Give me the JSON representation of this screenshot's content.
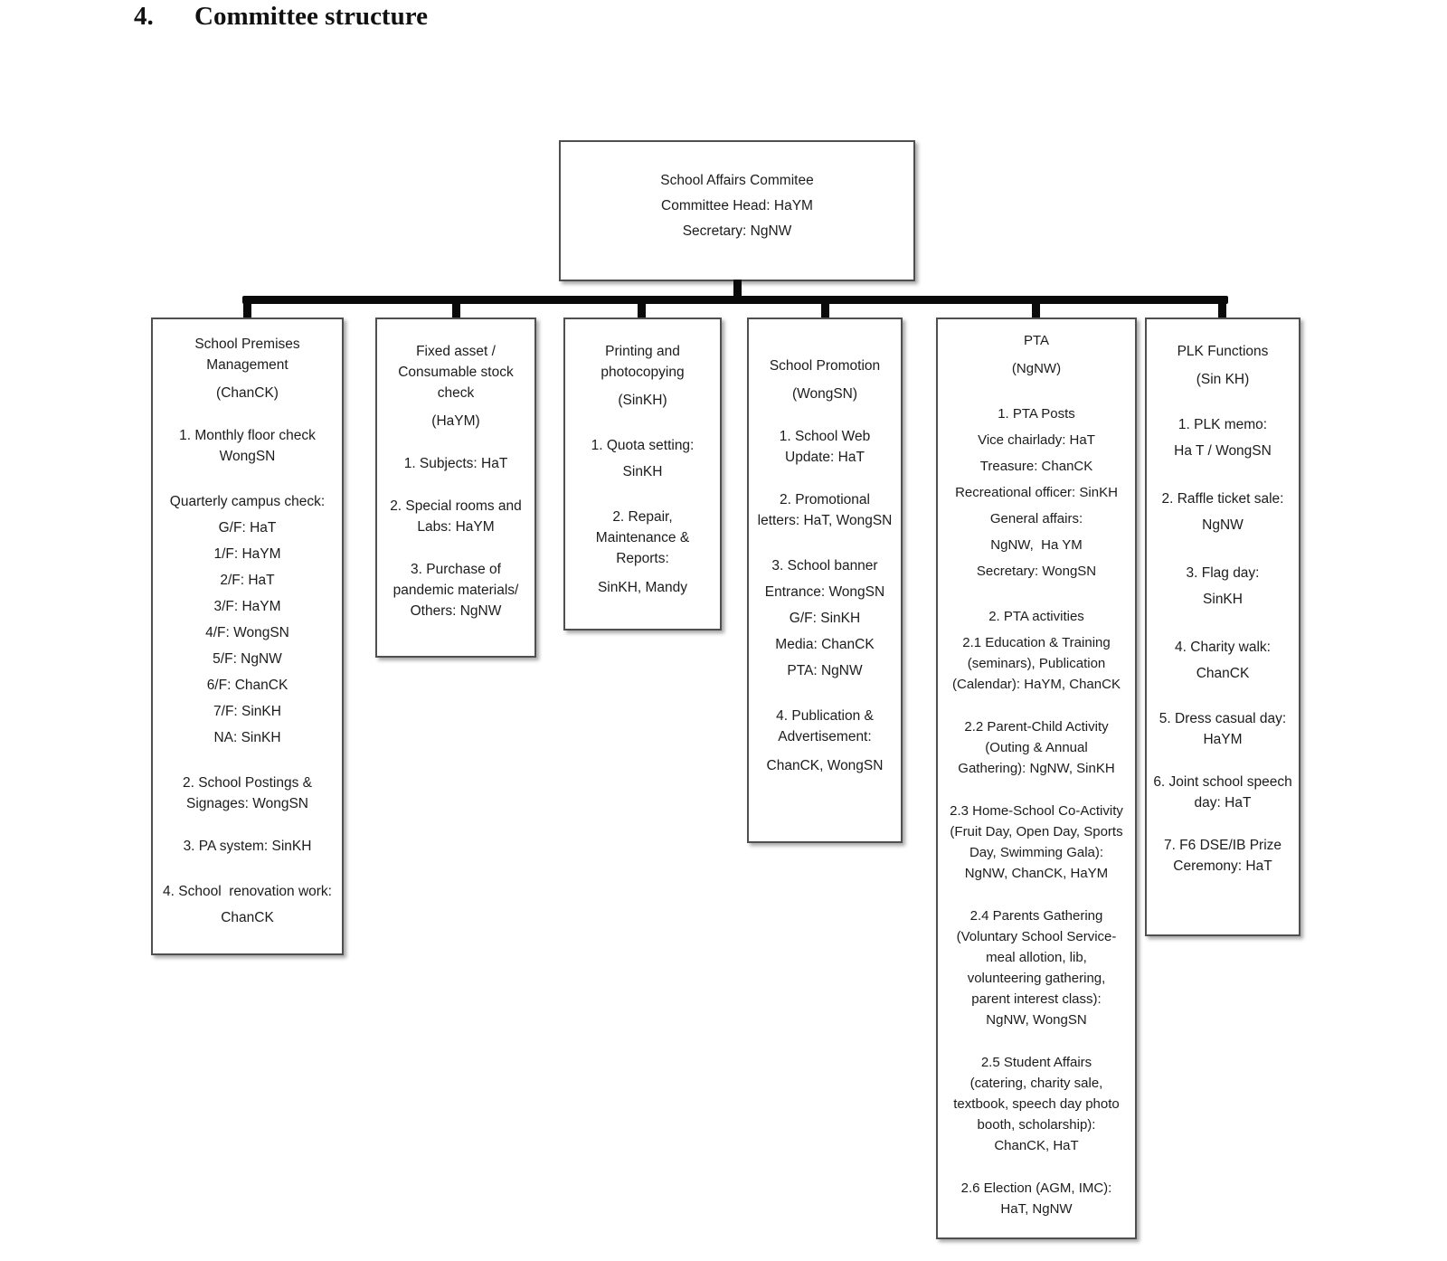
{
  "heading": {
    "number": "4.",
    "text": "Committee structure"
  },
  "colors": {
    "text": "#1c1c1c",
    "box_border": "#4f4f4f",
    "connector": "#0a0a0a",
    "background": "#ffffff"
  },
  "root": {
    "lines": [
      "School Affairs Commitee",
      "Committee Head: HaYM",
      "Secretary: NgNW"
    ]
  },
  "children": [
    {
      "id": "school-premises-management",
      "paragraphs": [
        {
          "lines": [
            "School Premises",
            "Management"
          ]
        },
        {
          "lines": [
            "(ChanCK)"
          ]
        },
        {
          "lines": [
            "1. Monthly floor check",
            "WongSN"
          ]
        },
        {
          "spaced": true,
          "lines": [
            "Quarterly campus check:",
            "G/F: HaT",
            "1/F: HaYM",
            "2/F: HaT",
            "3/F: HaYM",
            "4/F: WongSN",
            "5/F: NgNW",
            "6/F: ChanCK",
            "7/F: SinKH",
            "NA: SinKH"
          ]
        },
        {
          "lines": [
            "2. School Postings &",
            "Signages: WongSN"
          ]
        },
        {
          "lines": [
            "3. PA system: SinKH"
          ]
        },
        {
          "spaced": true,
          "lines": [
            "4. School  renovation work:",
            "ChanCK"
          ]
        }
      ]
    },
    {
      "id": "fixed-asset-consumable-stock-check",
      "paragraphs": [
        {
          "lines": [
            "Fixed asset /",
            "Consumable stock",
            "check"
          ]
        },
        {
          "lines": [
            "(HaYM)"
          ]
        },
        {
          "lines": [
            "1. Subjects: HaT"
          ]
        },
        {
          "lines": [
            "2. Special rooms and",
            "Labs: HaYM"
          ]
        },
        {
          "lines": [
            "3. Purchase of",
            "pandemic materials/",
            "Others: NgNW"
          ]
        }
      ]
    },
    {
      "id": "printing-and-photocopying",
      "paragraphs": [
        {
          "lines": [
            "Printing and",
            "photocopying"
          ]
        },
        {
          "lines": [
            "(SinKH)"
          ]
        },
        {
          "spaced": true,
          "lines": [
            "1. Quota setting:",
            "SinKH"
          ]
        },
        {
          "lines": [
            "2. Repair,",
            "Maintenance &",
            "Reports:"
          ]
        },
        {
          "lines": [
            "SinKH, Mandy"
          ]
        }
      ]
    },
    {
      "id": "school-promotion",
      "paragraphs": [
        {
          "lines": [
            "School Promotion"
          ]
        },
        {
          "lines": [
            "(WongSN)"
          ]
        },
        {
          "lines": [
            "1. School Web",
            "Update: HaT"
          ]
        },
        {
          "lines": [
            "2. Promotional",
            "letters: HaT, WongSN"
          ]
        },
        {
          "spaced": true,
          "lines": [
            "3. School banner",
            "Entrance: WongSN",
            "G/F: SinKH",
            "Media: ChanCK",
            "PTA: NgNW"
          ]
        },
        {
          "lines": [
            "4. Publication &",
            "Advertisement:"
          ]
        },
        {
          "lines": [
            "ChanCK, WongSN"
          ]
        }
      ]
    },
    {
      "id": "pta",
      "paragraphs": [
        {
          "lines": [
            "PTA"
          ]
        },
        {
          "lines": [
            "(NgNW)"
          ]
        },
        {
          "spaced": true,
          "lines": [
            "1. PTA Posts",
            "Vice chairlady: HaT",
            "Treasure: ChanCK",
            "Recreational officer: SinKH",
            "General affairs:",
            "NgNW,  Ha YM",
            "Secretary: WongSN"
          ]
        },
        {
          "lines": [
            "2. PTA activities"
          ]
        },
        {
          "lines": [
            "2.1 Education & Training",
            "(seminars), Publication",
            "(Calendar): HaYM, ChanCK"
          ]
        },
        {
          "lines": [
            "2.2 Parent-Child Activity",
            "(Outing & Annual",
            "Gathering): NgNW, SinKH"
          ]
        },
        {
          "lines": [
            "2.3 Home-School Co-Activity",
            "(Fruit Day, Open Day, Sports",
            "Day, Swimming Gala):",
            "NgNW, ChanCK, HaYM"
          ]
        },
        {
          "lines": [
            "2.4 Parents Gathering",
            "(Voluntary School Service-",
            "meal allotion, lib,",
            "volunteering gathering,",
            "parent interest class):",
            "NgNW, WongSN"
          ]
        },
        {
          "lines": [
            "2.5 Student Affairs",
            "(catering, charity sale,",
            "textbook, speech day photo",
            "booth, scholarship):",
            "ChanCK, HaT"
          ]
        },
        {
          "lines": [
            "2.6 Election (AGM, IMC):",
            "HaT, NgNW"
          ]
        }
      ]
    },
    {
      "id": "plk-functions",
      "paragraphs": [
        {
          "lines": [
            "PLK Functions"
          ]
        },
        {
          "lines": [
            "(Sin KH)"
          ]
        },
        {
          "spaced": true,
          "lines": [
            "1. PLK memo:",
            "Ha T / WongSN"
          ]
        },
        {
          "spaced": true,
          "lines": [
            "2. Raffle ticket sale:",
            "NgNW"
          ]
        },
        {
          "spaced": true,
          "lines": [
            "3. Flag day:",
            "SinKH"
          ]
        },
        {
          "spaced": true,
          "lines": [
            "4. Charity walk:",
            "ChanCK"
          ]
        },
        {
          "lines": [
            "5. Dress casual day:",
            "HaYM"
          ]
        },
        {
          "lines": [
            "6. Joint school speech",
            "day: HaT"
          ]
        },
        {
          "lines": [
            "7. F6 DSE/IB Prize",
            "Ceremony: HaT"
          ]
        }
      ]
    }
  ]
}
